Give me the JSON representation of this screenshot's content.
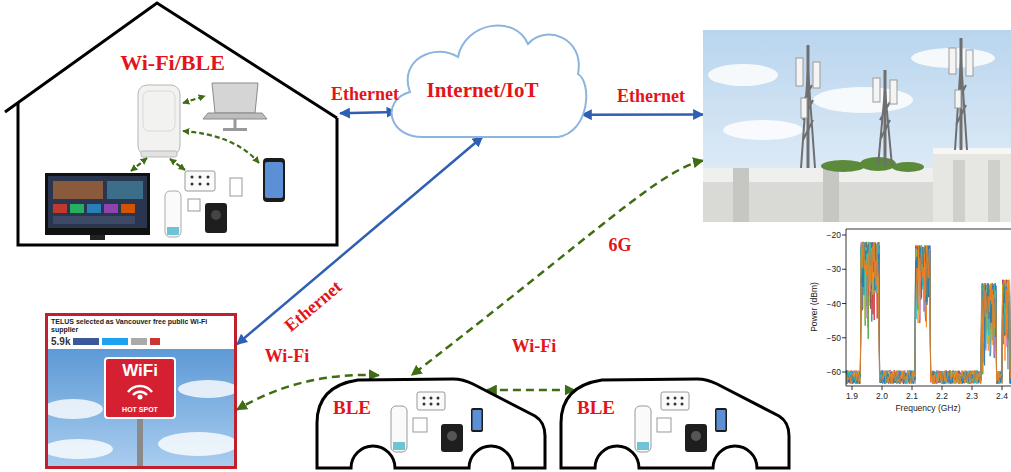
{
  "diagram": {
    "nodes": [
      {
        "text": [
          "Wi-Fi/BLE"
        ]
      },
      {
        "text": [
          "Internet/IoT"
        ]
      },
      {
        "text": []
      },
      {
        "text": [
          "TELUS selected as Vancouver free public Wi-Fi supplier",
          "5.9k",
          "WiFi",
          "HOT SPOT"
        ]
      },
      {
        "text": [
          "BLE"
        ]
      },
      {
        "text": [
          "BLE"
        ]
      }
    ],
    "edges": [
      {
        "from": 0,
        "to": 1,
        "label": "Ethernet",
        "arrow": "both"
      },
      {
        "from": 1,
        "to": 2,
        "label": "Ethernet",
        "arrow": "both"
      },
      {
        "from": 1,
        "to": 3,
        "label": "Ethernet",
        "arrow": "both"
      },
      {
        "from": 2,
        "to": 4,
        "label": "6G",
        "arrow": "both"
      },
      {
        "from": 4,
        "to": 3,
        "label": "Wi-Fi",
        "arrow": "both"
      },
      {
        "from": 4,
        "to": 5,
        "label": "Wi-Fi",
        "arrow": "both"
      }
    ],
    "labels": [
      "−20",
      "−30",
      "−40",
      "−50",
      "−60",
      "1.9",
      "2.0",
      "2.1",
      "2.2",
      "2.3",
      "2.4",
      "Power (dBm)",
      "Frequency (GHz)"
    ]
  }
}
